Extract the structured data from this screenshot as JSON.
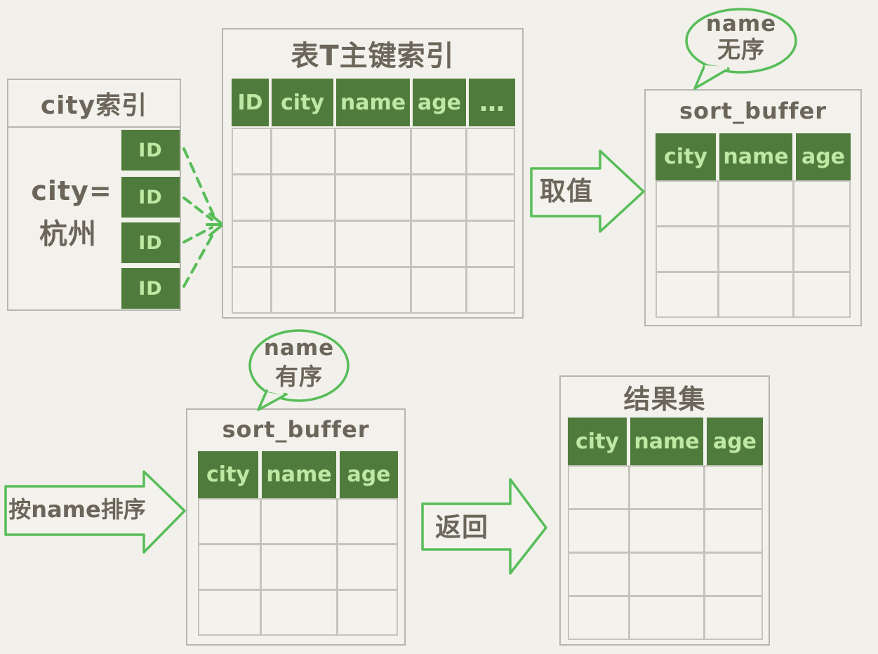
{
  "colors": {
    "background": "#f1f0ea",
    "header_green": "#4f7c3c",
    "header_text_green": "#bfe8a4",
    "outline_green": "#57bd58",
    "ink_gray": "#6b655a",
    "box_border": "#b7b6ae",
    "grid_line": "#c5c4bc"
  },
  "city_index": {
    "title": "city索引",
    "cond1": "city=",
    "cond2": "杭州",
    "id_cells": [
      "ID",
      "ID",
      "ID",
      "ID"
    ]
  },
  "pk": {
    "title": "表T主键索引",
    "headers": [
      "ID",
      "city",
      "name",
      "age",
      "…"
    ],
    "rows": 4
  },
  "sb_top": {
    "title": "sort_buffer",
    "headers": [
      "city",
      "name",
      "age"
    ],
    "rows": 3,
    "bubble": {
      "line1": "name",
      "line2": "无序"
    }
  },
  "sb_bottom": {
    "title": "sort_buffer",
    "headers": [
      "city",
      "name",
      "age"
    ],
    "rows": 3,
    "bubble": {
      "line1": "name",
      "line2": "有序"
    }
  },
  "result": {
    "title": "结果集",
    "headers": [
      "city",
      "name",
      "age"
    ],
    "rows": 4
  },
  "arrows": {
    "fetch": "取值",
    "sort": "按name排序",
    "back": "返回"
  }
}
